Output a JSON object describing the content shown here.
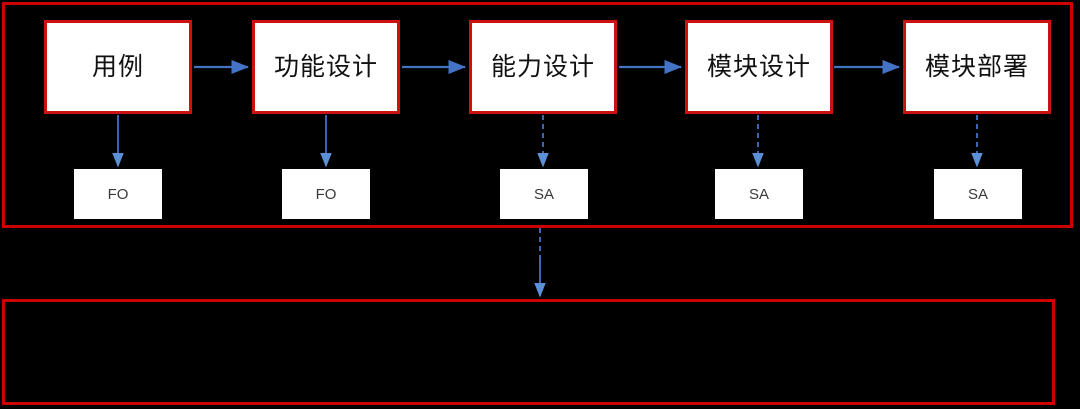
{
  "diagram": {
    "title_text": "",
    "colors": {
      "container_border": "#CC0000",
      "stage_border": "#CC1111",
      "stage_fill": "#FFFFFF",
      "artifact_fill": "#FFFFFF",
      "arrow": "#4472C4",
      "background": "#000000",
      "stage_text": "#111111",
      "artifact_text": "#3A3A3A"
    },
    "top_container": {
      "label": ""
    },
    "bottom_container": {
      "label": ""
    },
    "stages": [
      {
        "id": "stage-1",
        "label": "用例",
        "artifact": "FO",
        "connector_style": "solid"
      },
      {
        "id": "stage-2",
        "label": "功能设计",
        "artifact": "FO",
        "connector_style": "solid"
      },
      {
        "id": "stage-3",
        "label": "能力设计",
        "artifact": "SA",
        "connector_style": "dashed"
      },
      {
        "id": "stage-4",
        "label": "模块设计",
        "artifact": "SA",
        "connector_style": "dashed"
      },
      {
        "id": "stage-5",
        "label": "模块部署",
        "artifact": "SA",
        "connector_style": "dashed"
      }
    ],
    "flow_arrows": [
      {
        "from": "stage-1",
        "to": "stage-2",
        "style": "solid"
      },
      {
        "from": "stage-2",
        "to": "stage-3",
        "style": "solid"
      },
      {
        "from": "stage-3",
        "to": "stage-4",
        "style": "solid"
      },
      {
        "from": "stage-4",
        "to": "stage-5",
        "style": "solid"
      }
    ],
    "cross_container_arrow": {
      "from": "top_container",
      "to": "bottom_container",
      "style": "dashed-to-solid"
    }
  }
}
